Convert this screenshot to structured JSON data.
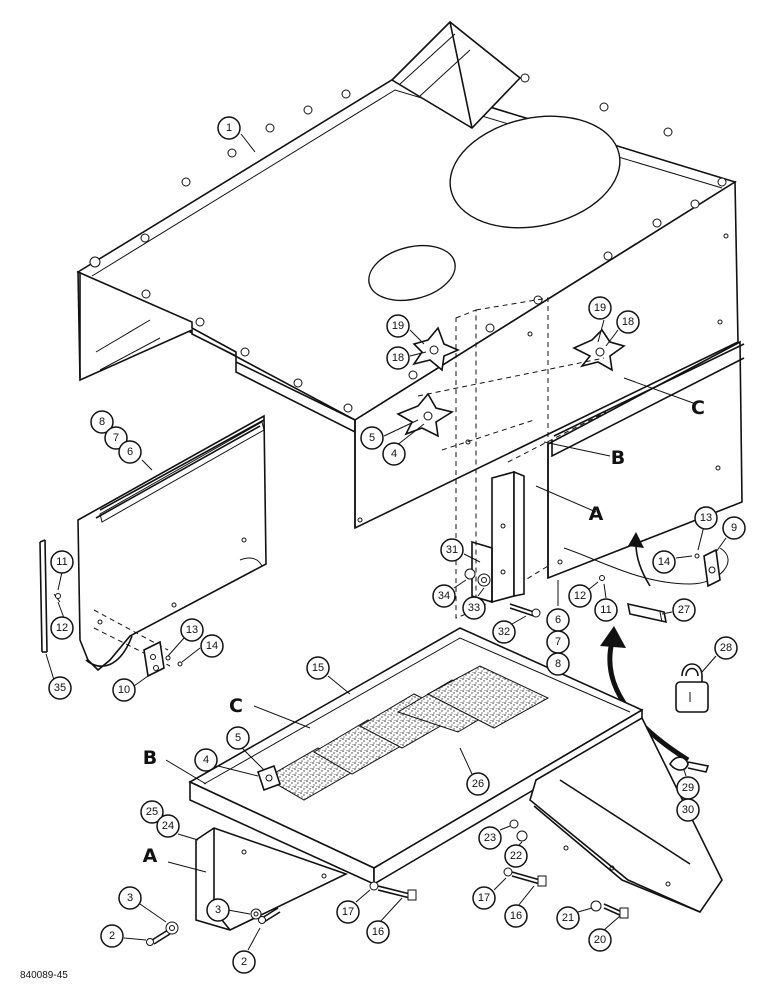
{
  "drawing_number": "840089-45",
  "reference_letters": {
    "a": "A",
    "b": "B",
    "c": "C"
  },
  "callouts": {
    "c1": "1",
    "c2a": "2",
    "c2b": "2",
    "c3a": "3",
    "c3b": "3",
    "c4a": "4",
    "c4b": "4",
    "c5a": "5",
    "c5b": "5",
    "c6a": "6",
    "c6b": "6",
    "c7a": "7",
    "c7b": "7",
    "c8a": "8",
    "c8b": "8",
    "c9": "9",
    "c10": "10",
    "c11a": "11",
    "c11b": "11",
    "c12a": "12",
    "c12b": "12",
    "c13a": "13",
    "c13b": "13",
    "c14a": "14",
    "c14b": "14",
    "c15": "15",
    "c16a": "16",
    "c16b": "16",
    "c17a": "17",
    "c17b": "17",
    "c18a": "18",
    "c18b": "18",
    "c19a": "19",
    "c19b": "19",
    "c20": "20",
    "c21": "21",
    "c22": "22",
    "c23": "23",
    "c24": "24",
    "c25": "25",
    "c26": "26",
    "c27": "27",
    "c28": "28",
    "c29": "29",
    "c30": "30",
    "c31": "31",
    "c32": "32",
    "c33": "33",
    "c34": "34",
    "c35": "35"
  }
}
